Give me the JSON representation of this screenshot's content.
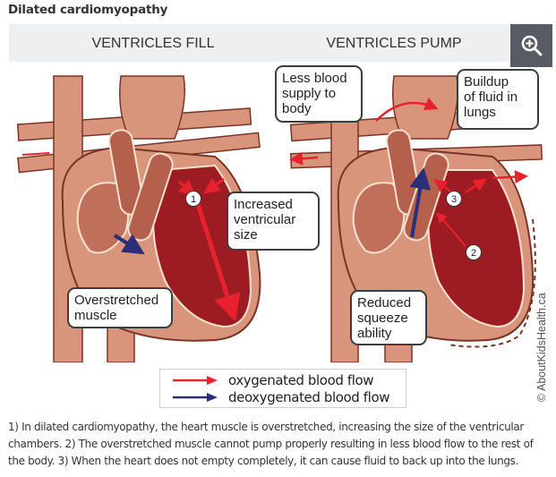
{
  "page": {
    "title": "Dilated cardiomyopathy"
  },
  "figure": {
    "panels": [
      {
        "heading": "VENTRICLES FILL"
      },
      {
        "heading": "VENTRICLES PUMP"
      }
    ],
    "zoom_button": {
      "icon": "zoom-in-icon"
    },
    "callouts": {
      "increased_size": "Increased ventricular size",
      "increased_size_lines": [
        "Increased",
        "ventricular",
        "size"
      ],
      "overstretched_lines": [
        "Overstretched",
        "muscle"
      ],
      "less_blood_lines": [
        "Less blood",
        "supply to",
        "body"
      ],
      "buildup_lines": [
        "Buildup",
        "of fluid in",
        "lungs"
      ],
      "reduced_lines": [
        "Reduced",
        "squeeze",
        "ability"
      ]
    },
    "markers": [
      "1",
      "2",
      "3"
    ],
    "legend": [
      {
        "label": "oxygenated blood flow",
        "color": "#e8212e"
      },
      {
        "label": "deoxygenated blood flow",
        "color": "#2b2f7a"
      }
    ],
    "copyright": "© AboutKidsHealth.ca",
    "colors": {
      "heart_light": "#d9957c",
      "heart_mid": "#c0705a",
      "heart_outline": "#7a3426",
      "chamber_dark": "#9d1b22",
      "oxygenated": "#e8212e",
      "deoxygenated": "#2b2f7a"
    }
  },
  "caption": "1) In dilated cardiomyopathy, the heart muscle is overstretched, increasing the size of the ventricular chambers. 2) The overstretched muscle cannot pump properly resulting in less blood flow to the rest of the body. 3) When the heart does not empty completely, it can cause fluid to back up into the lungs."
}
